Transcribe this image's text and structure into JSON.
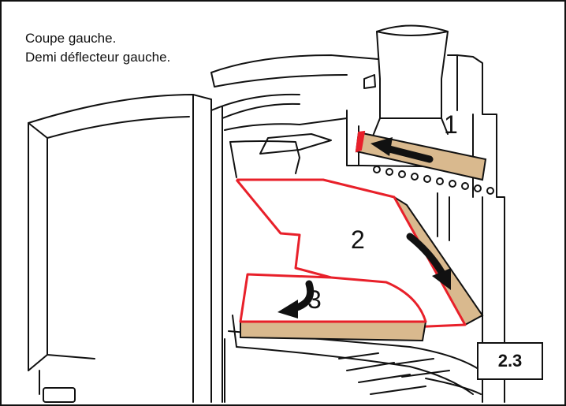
{
  "captions": {
    "line1": "Coupe gauche.",
    "line2": "Demi déflecteur gauche."
  },
  "steps": [
    "1",
    "2",
    "3"
  ],
  "figure_label": "2.3",
  "colors": {
    "highlight_red": "#e8202a",
    "plate_tan": "#d9b98e",
    "line": "#111111"
  },
  "icons": [
    "arrow-slide-left-icon",
    "arrow-down-icon",
    "arrow-curved-left-icon"
  ]
}
